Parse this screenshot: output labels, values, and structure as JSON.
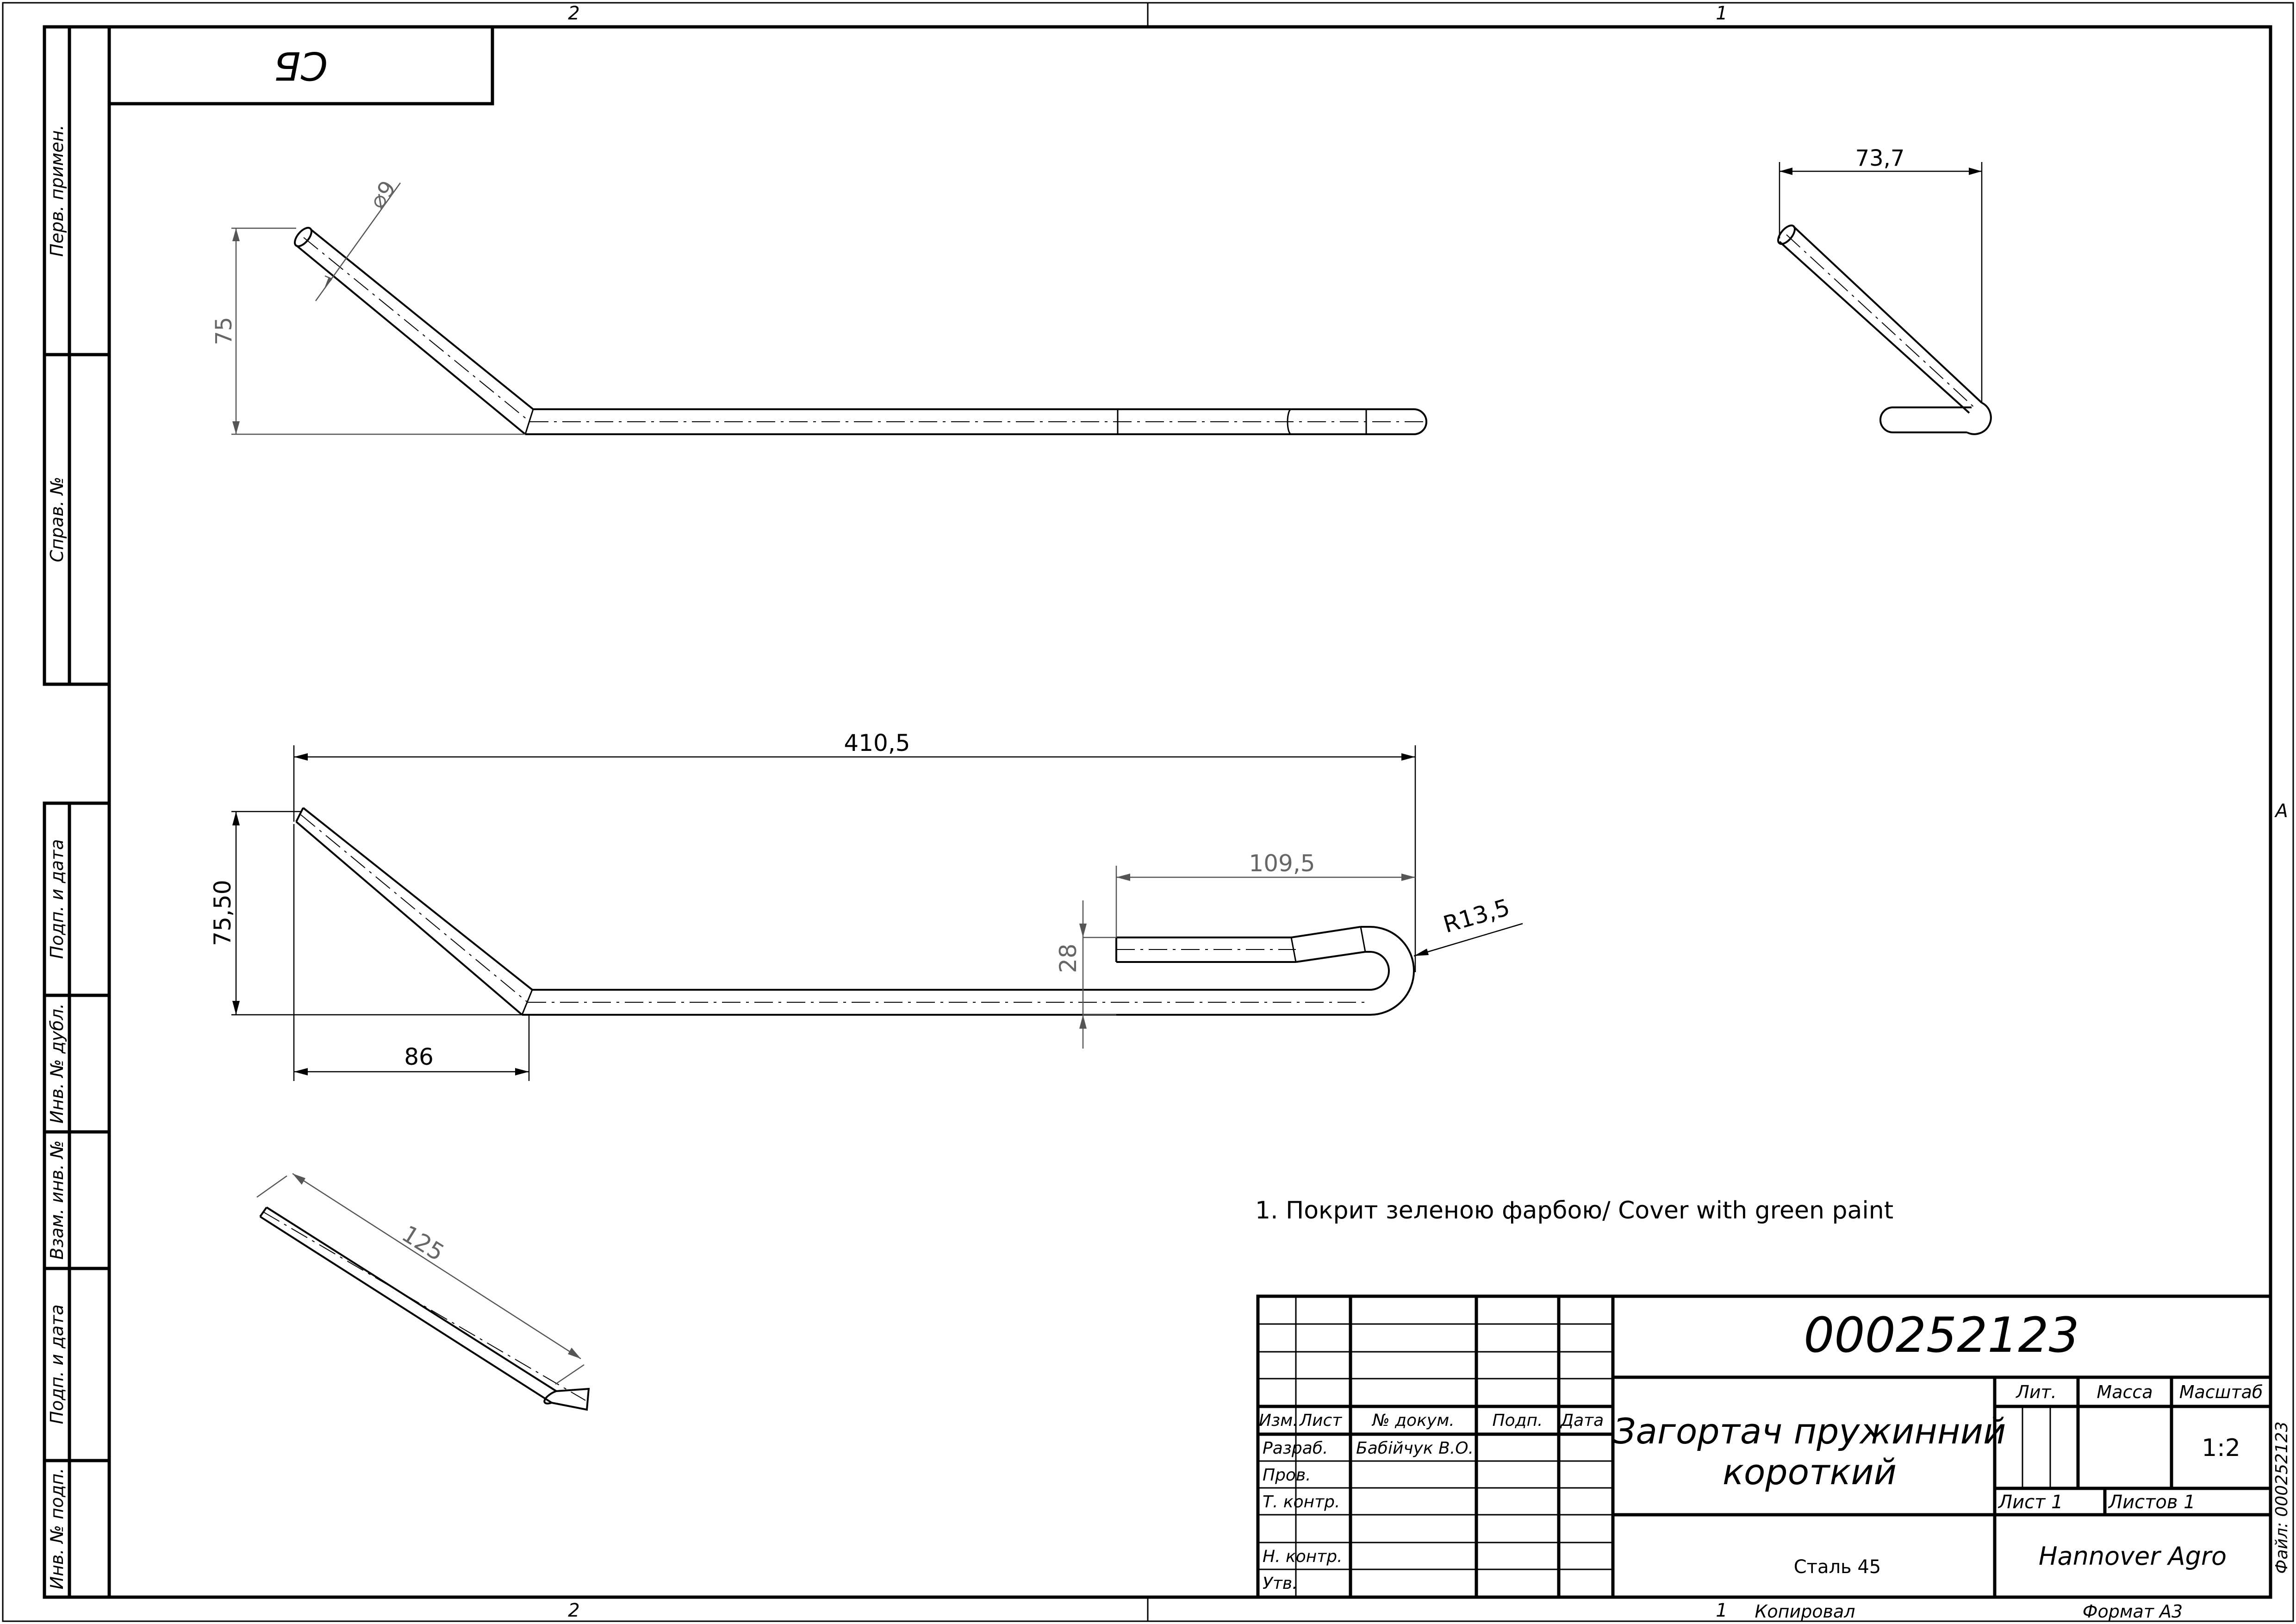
{
  "zone_labels": {
    "top_left": "2",
    "top_right": "1",
    "bottom_left": "2",
    "bottom_right": "1",
    "right_side": "A"
  },
  "corner_stamp": "СБ",
  "side_columns": {
    "top": [
      "Перв. примен.",
      "Справ. №"
    ],
    "bottom": [
      "Подп. и дата",
      "Инв. № дубл.",
      "Взам. инв. №",
      "Подп. и дата",
      "Инв. № подп."
    ]
  },
  "dimensions": {
    "diameter": "⌀9",
    "height_75": "75",
    "width_73_7": "73,7",
    "length_410_5": "410,5",
    "height_75_50": "75,50",
    "length_86": "86",
    "length_109_5": "109,5",
    "height_28": "28",
    "radius": "R13,5",
    "length_125": "125"
  },
  "note": "1.  Покрит зеленою фарбою/ Cover with green paint",
  "title_block": {
    "document_number": "000252123",
    "part_name_line1": "Загортач пружинний",
    "part_name_line2": "короткий",
    "headers": {
      "izm": "Изм.",
      "list": "Лист",
      "doc_no": "№ докум.",
      "sign": "Подп.",
      "date": "Дата"
    },
    "roles": {
      "developer": "Разраб.",
      "checker": "Пров.",
      "tech_control": "Т. контр.",
      "norm_control": "Н. контр.",
      "approved": "Утв."
    },
    "developer_name": "Бабійчук В.О.",
    "lit_label": "Лит.",
    "mass_label": "Масса",
    "scale_label": "Масштаб",
    "scale_value": "1:2",
    "sheet_label": "Лист 1",
    "sheets_label": "Листов 1",
    "material": "Сталь 45",
    "company": "Hannover Agro"
  },
  "footer": {
    "copied": "Копировал",
    "format": "Формат A3"
  },
  "file_label": "Файл: 000252123"
}
